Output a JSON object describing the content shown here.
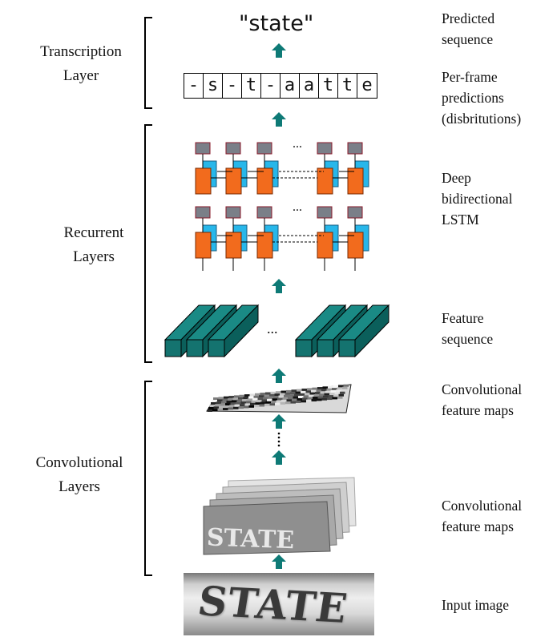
{
  "output": {
    "predicted_text": "\"state\"",
    "frames": [
      "-",
      "s",
      "-",
      "t",
      "-",
      "a",
      "a",
      "t",
      "t",
      "e"
    ]
  },
  "left_labels": {
    "transcription": "Transcription\nLayer",
    "recurrent": "Recurrent\nLayers",
    "convolutional": "Convolutional\nLayers"
  },
  "right_labels": {
    "predicted_sequence": "Predicted\nsequence",
    "per_frame": "Per-frame\npredictions\n(disbritutions)",
    "lstm": "Deep\nbidirectional\nLSTM",
    "feature_sequence": "Feature\nsequence",
    "conv_maps_top": "Convolutional\nfeature maps",
    "conv_maps_bottom": "Convolutional\nfeature maps",
    "input_image": "Input image"
  },
  "image_text": {
    "input_word": "STATE",
    "ellipsis": "..."
  },
  "colors": {
    "arrow": "#0e7a76",
    "lstm_forward": "#f26b1d",
    "lstm_backward": "#27b7ea",
    "lstm_output": "#7a7f88",
    "feature_block": "#14736f"
  }
}
